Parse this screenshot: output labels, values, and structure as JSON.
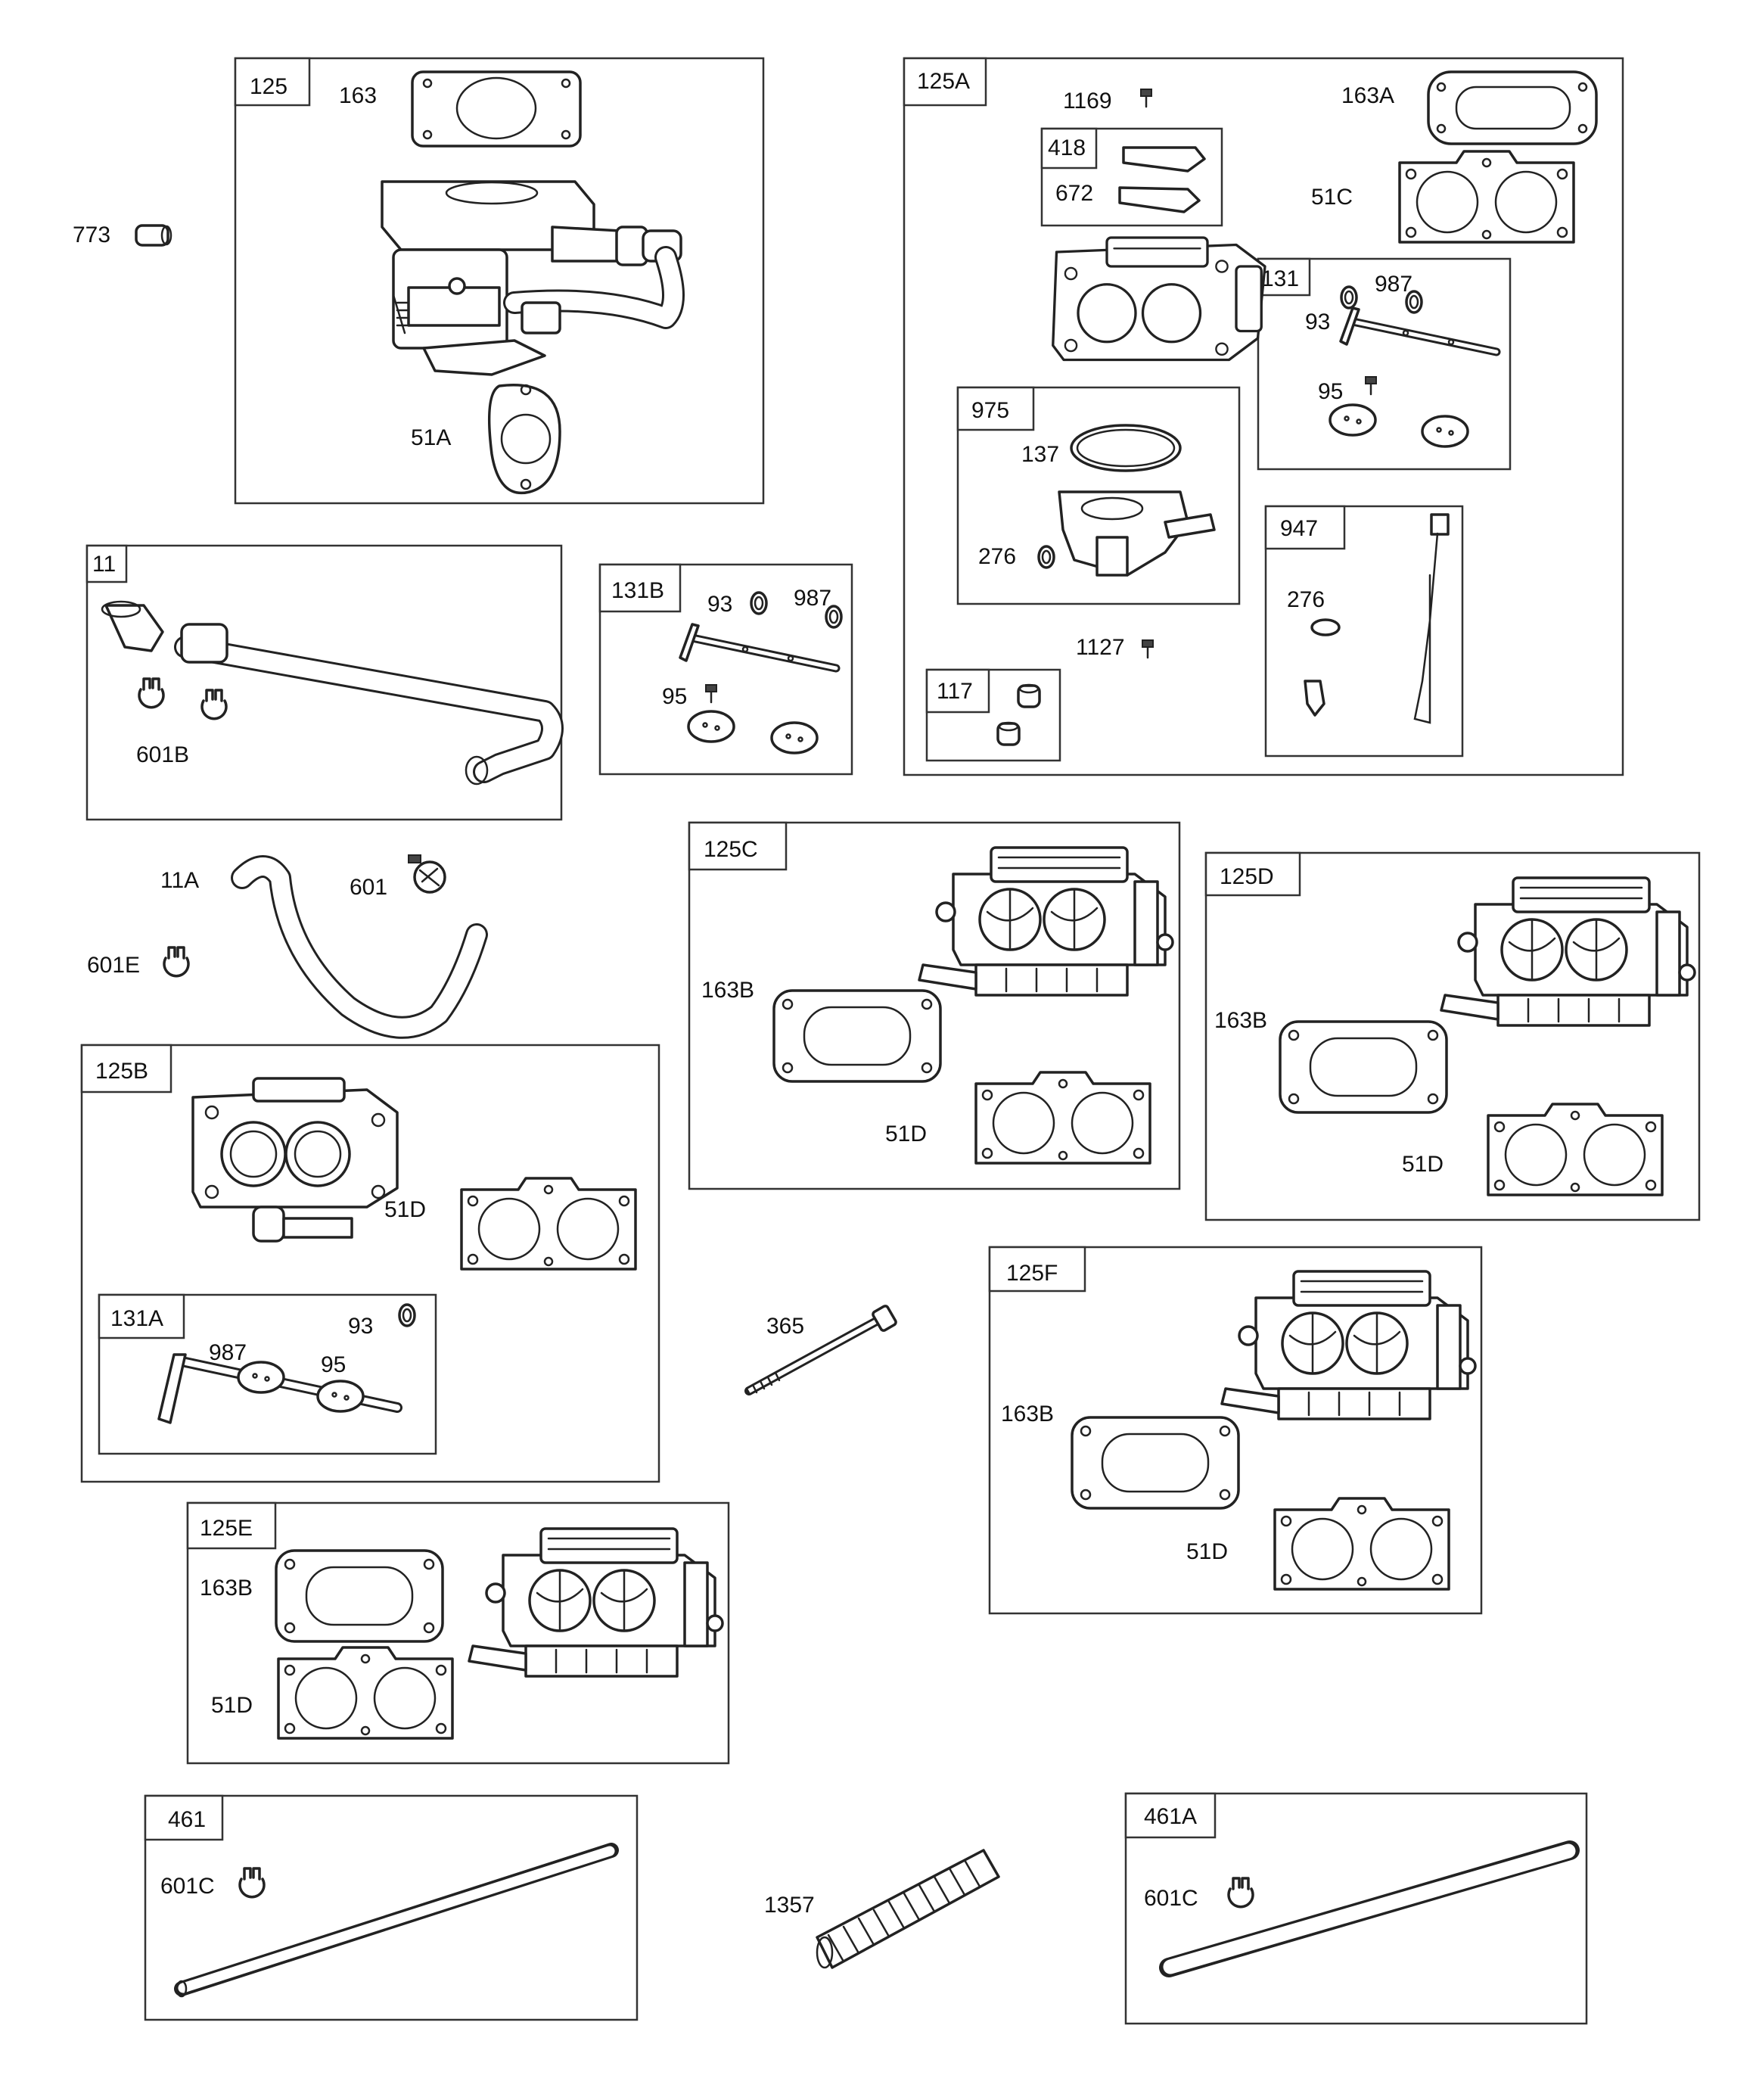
{
  "diagram": {
    "boxes": [
      {
        "id": "125",
        "label": "125"
      },
      {
        "id": "125A",
        "label": "125A"
      },
      {
        "id": "418",
        "label": "418"
      },
      {
        "id": "131",
        "label": "131"
      },
      {
        "id": "975",
        "label": "975"
      },
      {
        "id": "947",
        "label": "947"
      },
      {
        "id": "117",
        "label": "117"
      },
      {
        "id": "11",
        "label": "11"
      },
      {
        "id": "131B",
        "label": "131B"
      },
      {
        "id": "125C",
        "label": "125C"
      },
      {
        "id": "125D",
        "label": "125D"
      },
      {
        "id": "125B",
        "label": "125B"
      },
      {
        "id": "131A",
        "label": "131A"
      },
      {
        "id": "125F",
        "label": "125F"
      },
      {
        "id": "125E",
        "label": "125E"
      },
      {
        "id": "461",
        "label": "461"
      },
      {
        "id": "461A",
        "label": "461A"
      }
    ],
    "callouts": {
      "c163": "163",
      "c51A": "51A",
      "c773": "773",
      "c1169": "1169",
      "c163A": "163A",
      "c672": "672",
      "c51C": "51C",
      "c93_131": "93",
      "c987_131": "987",
      "c95_131": "95",
      "c137": "137",
      "c276_975": "276",
      "c276_947": "276",
      "c1127": "1127",
      "c601B": "601B",
      "c93_131B": "93",
      "c987_131B": "987",
      "c95_131B": "95",
      "c11A": "11A",
      "c601": "601",
      "c601E": "601E",
      "c163B_125C": "163B",
      "c51D_125C": "51D",
      "c163B_125D": "163B",
      "c51D_125D": "51D",
      "c51D_125B": "51D",
      "c93_131A": "93",
      "c987_131A": "987",
      "c95_131A": "95",
      "c365": "365",
      "c163B_125F": "163B",
      "c51D_125F": "51D",
      "c163B_125E": "163B",
      "c51D_125E": "51D",
      "c601C_461": "601C",
      "c1357": "1357",
      "c601C_461A": "601C"
    }
  }
}
